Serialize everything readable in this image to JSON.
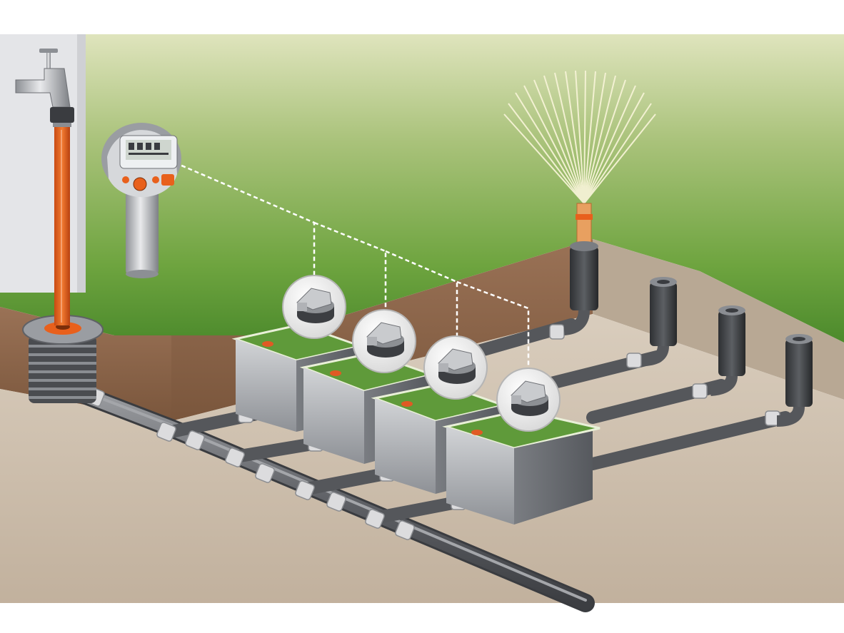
{
  "scene": {
    "kind": "irrigation-system-illustration",
    "valve_count": 4,
    "sprinkler_count": 4,
    "colors": {
      "background": "#ffffff",
      "lawn_top": "#d8e0b0",
      "lawn_mid": "#7fb04a",
      "lawn_bottom": "#4e8a2e",
      "soil_wall": "#8a6448",
      "trench_floor": "#d2c5b4",
      "wall": "#e6e6e8",
      "pipe": "#6e6e72",
      "supply_hose": "#e8601c",
      "valve_box": "#b9bcc0",
      "valve_lid": "#5f9a3a",
      "signal_wire": "#ffffff",
      "water_spray": "#f4f2d8"
    },
    "icons": [
      "water-tap-icon",
      "irrigation-controller-icon",
      "solenoid-valve-icon",
      "pop-up-sprinkler-icon",
      "water-collector-icon"
    ]
  }
}
